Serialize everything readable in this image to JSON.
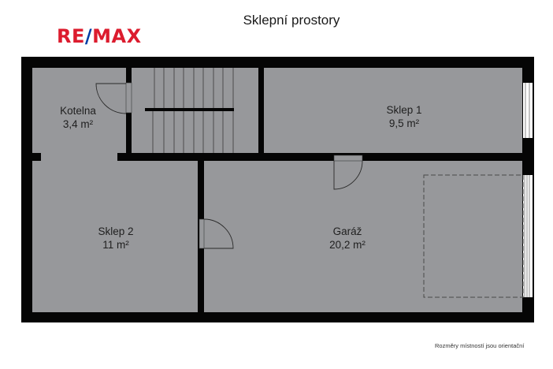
{
  "header": {
    "title": "Sklepní prostory",
    "logo": {
      "part1": "RE",
      "slash": "/",
      "part2": "MAX"
    }
  },
  "colors": {
    "wall": "#050505",
    "floor": "#97989b",
    "logo_red": "#dc1c2e",
    "logo_blue": "#003da5"
  },
  "rooms": [
    {
      "name": "Kotelna",
      "area": "3,4 m²"
    },
    {
      "name": "Sklep 1",
      "area": "9,5 m²"
    },
    {
      "name": "Sklep 2",
      "area": "11 m²"
    },
    {
      "name": "Garáž",
      "area": "20,2 m²"
    }
  ],
  "footer": {
    "note": "Rozměry místností jsou orientační"
  }
}
